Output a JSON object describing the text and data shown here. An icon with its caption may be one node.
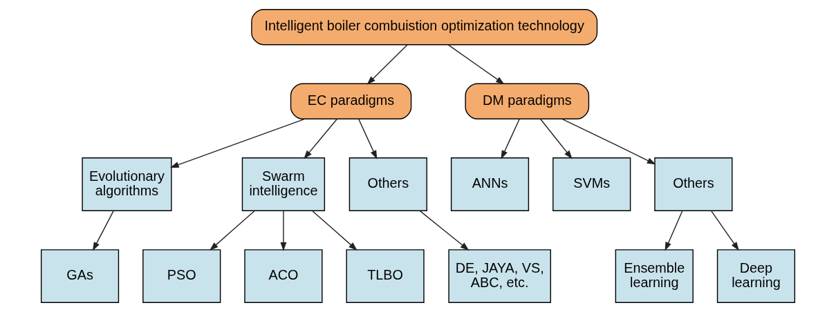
{
  "diagram": {
    "nodes": [
      {
        "text": [
          "Intelligent boiler combuistion optimization technology"
        ]
      },
      {
        "text": [
          "EC paradigms"
        ]
      },
      {
        "text": [
          "DM paradigms"
        ]
      },
      {
        "text": [
          "Evolutionary algorithms"
        ]
      },
      {
        "text": [
          "Swarm intelligence"
        ]
      },
      {
        "text": [
          "Others"
        ]
      },
      {
        "text": [
          "ANNs"
        ]
      },
      {
        "text": [
          "SVMs"
        ]
      },
      {
        "text": [
          "Others"
        ]
      },
      {
        "text": [
          "GAs"
        ]
      },
      {
        "text": [
          "PSO"
        ]
      },
      {
        "text": [
          "ACO"
        ]
      },
      {
        "text": [
          "TLBO"
        ]
      },
      {
        "text": [
          "DE, JAYA, VS, ABC, etc."
        ]
      },
      {
        "text": [
          "Ensemble learning"
        ]
      },
      {
        "text": [
          "Deep learning"
        ]
      }
    ],
    "edges": [
      {
        "from": 0,
        "to": 1,
        "arrow": "to"
      },
      {
        "from": 0,
        "to": 2,
        "arrow": "to"
      },
      {
        "from": 1,
        "to": 3,
        "arrow": "to"
      },
      {
        "from": 1,
        "to": 4,
        "arrow": "to"
      },
      {
        "from": 1,
        "to": 5,
        "arrow": "to"
      },
      {
        "from": 2,
        "to": 6,
        "arrow": "to"
      },
      {
        "from": 2,
        "to": 7,
        "arrow": "to"
      },
      {
        "from": 2,
        "to": 8,
        "arrow": "to"
      },
      {
        "from": 3,
        "to": 9,
        "arrow": "to"
      },
      {
        "from": 4,
        "to": 10,
        "arrow": "to"
      },
      {
        "from": 4,
        "to": 11,
        "arrow": "to"
      },
      {
        "from": 4,
        "to": 12,
        "arrow": "to"
      },
      {
        "from": 5,
        "to": 13,
        "arrow": "to"
      },
      {
        "from": 8,
        "to": 14,
        "arrow": "to"
      },
      {
        "from": 8,
        "to": 15,
        "arrow": "to"
      }
    ]
  }
}
